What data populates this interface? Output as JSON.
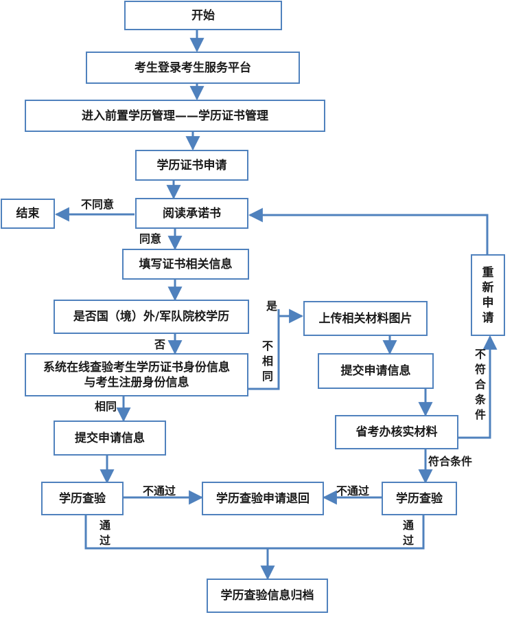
{
  "nodes": {
    "start": "开始",
    "login": "考生登录考生服务平台",
    "enter": "进入前置学历管理——学历证书管理",
    "apply": "学历证书申请",
    "read_pledge": "阅读承诺书",
    "end": "结束",
    "fill_info": "填写证书相关信息",
    "is_foreign": "是否国（境）外/军队院校学历",
    "upload": "上传相关材料图片",
    "online_check": "系统在线查验考生学历证书身份信息\n与考生注册身份信息",
    "submit_right": "提交申请信息",
    "submit_left": "提交申请信息",
    "provincial_verify": "省考办核实材料",
    "reapply": "重新申请",
    "verify_left": "学历查验",
    "verify_right": "学历查验",
    "rejected": "学历查验申请退回",
    "archive": "学历查验信息归档"
  },
  "labels": {
    "disagree": "不同意",
    "agree": "同意",
    "yes": "是",
    "no": "否",
    "not_same": "不相同",
    "same": "相同",
    "not_pass_left": "不通过",
    "not_pass_right": "不通过",
    "pass_left": "通过",
    "pass_right": "通过",
    "meets": "符合条件",
    "not_meets": "不符合条件"
  },
  "colors": {
    "line": "#4f81bd",
    "border": "#4f81bd"
  }
}
